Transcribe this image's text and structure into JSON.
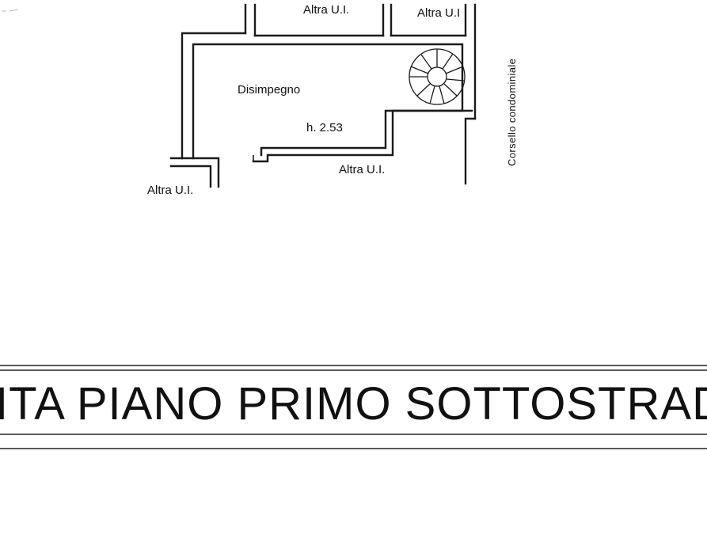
{
  "plan": {
    "labels": {
      "top_left_unit": "Altra U.I.",
      "top_right_unit": "Altra U.I",
      "room_name": "Disimpegno",
      "room_height": "h. 2.53",
      "lower_unit": "Altra U.I.",
      "bottom_left_unit": "Altra U.I.",
      "side_corridor": "Corsello condominiale"
    }
  },
  "title_banner": {
    "text": "ITA PIANO PRIMO SOTTOSTRAD"
  }
}
